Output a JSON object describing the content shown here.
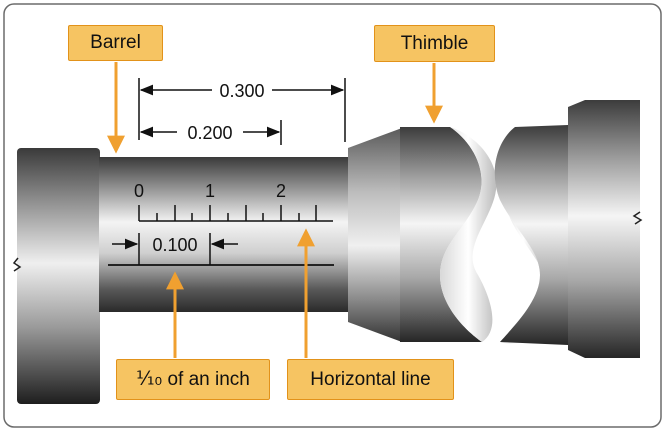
{
  "callouts": {
    "barrel": "Barrel",
    "thimble": "Thimble",
    "tenth_inch": "⅒ of an inch",
    "horizontal_line": "Horizontal line"
  },
  "dimensions": {
    "total": "0.300",
    "partial": "0.200",
    "interval": "0.100"
  },
  "scale_numbers": [
    "0",
    "1",
    "2"
  ],
  "colors": {
    "callout_fill": "#f6c462",
    "callout_border": "#e2921a",
    "arrow": "#f0a030",
    "frame": "#666666",
    "metal_dark": "#2a2a2a",
    "metal_light": "#f2f2f2"
  }
}
